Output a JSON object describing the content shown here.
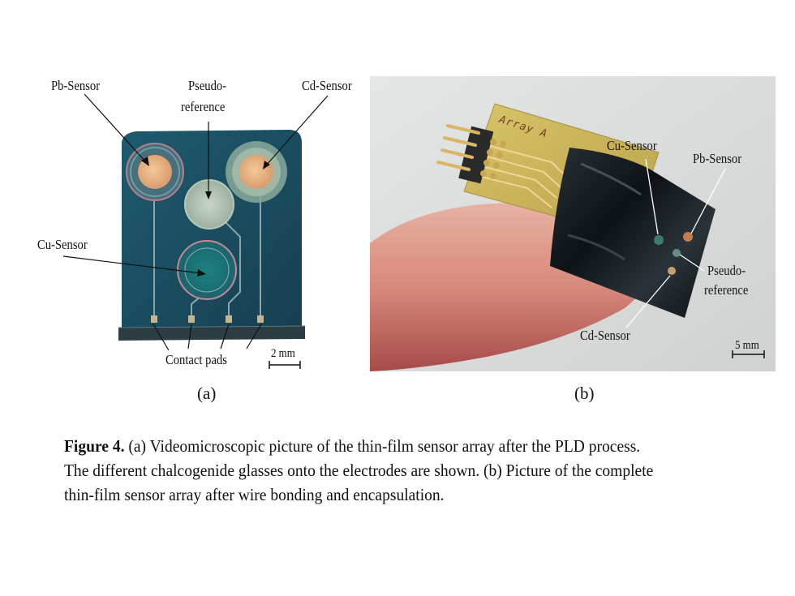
{
  "panel_a": {
    "label_pb": "Pb-Sensor",
    "label_pseudo_1": "Pseudo-",
    "label_pseudo_2": "reference",
    "label_cd": "Cd-Sensor",
    "label_cu": "Cu-Sensor",
    "label_contact": "Contact pads",
    "scale": "2 mm",
    "sublabel": "(a)"
  },
  "panel_b": {
    "handwriting": "Array A",
    "label_cu": "Cu-Sensor",
    "label_pb": "Pb-Sensor",
    "label_pseudo_1": "Pseudo-",
    "label_pseudo_2": "reference",
    "label_cd": "Cd-Sensor",
    "scale": "5 mm",
    "sublabel": "(b)"
  },
  "caption": {
    "figure_label": "Figure 4.",
    "line1": "(a) Videomicroscopic picture of the thin-film sensor array after the PLD process.",
    "line2": "The different chalcogenide glasses onto the electrodes are shown. (b) Picture of the complete",
    "line3": "thin-film sensor array after wire bonding and encapsulation."
  }
}
